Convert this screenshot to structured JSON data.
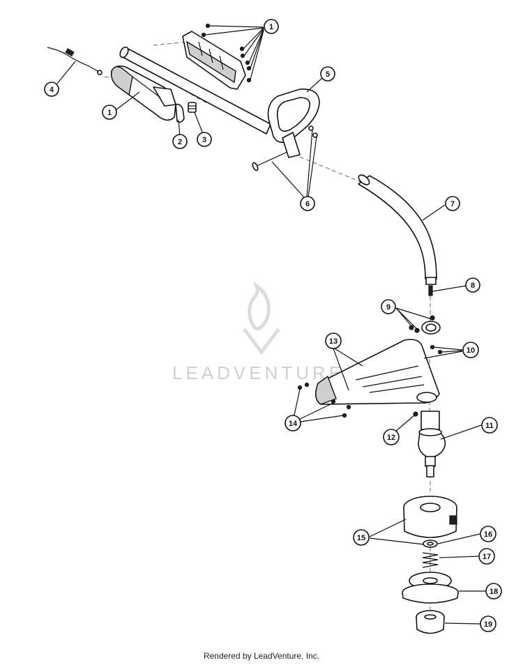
{
  "callouts": [
    {
      "id": "c1a",
      "label": "1"
    },
    {
      "id": "c1b",
      "label": "1"
    },
    {
      "id": "c2",
      "label": "2"
    },
    {
      "id": "c3",
      "label": "3"
    },
    {
      "id": "c4",
      "label": "4"
    },
    {
      "id": "c5",
      "label": "5"
    },
    {
      "id": "c6",
      "label": "6"
    },
    {
      "id": "c7",
      "label": "7"
    },
    {
      "id": "c8",
      "label": "8"
    },
    {
      "id": "c9",
      "label": "9"
    },
    {
      "id": "c10",
      "label": "10"
    },
    {
      "id": "c11",
      "label": "11"
    },
    {
      "id": "c12",
      "label": "12"
    },
    {
      "id": "c13",
      "label": "13"
    },
    {
      "id": "c14",
      "label": "14"
    },
    {
      "id": "c15",
      "label": "15"
    },
    {
      "id": "c16",
      "label": "16"
    },
    {
      "id": "c17",
      "label": "17"
    },
    {
      "id": "c18",
      "label": "18"
    },
    {
      "id": "c19",
      "label": "19"
    }
  ],
  "watermark": {
    "text": "LEADVENTURE"
  },
  "footer": {
    "text": "Rendered by LeadVenture, Inc."
  }
}
